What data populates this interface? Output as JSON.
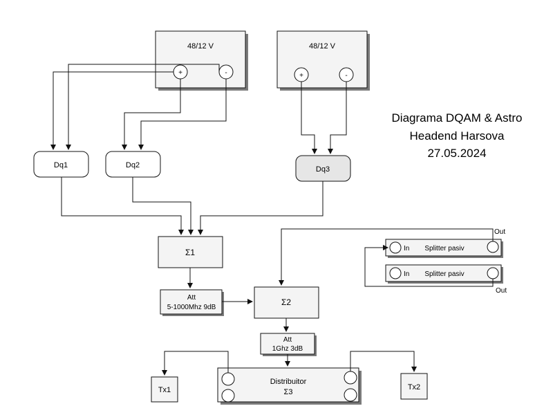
{
  "title": {
    "line1": "Diagrama DQAM & Astro",
    "line2": "Headend Harsova",
    "line3": "27.05.2024"
  },
  "power_supplies": [
    {
      "label": "48/12 V",
      "plus": "+",
      "minus": "-"
    },
    {
      "label": "48/12 V",
      "plus": "+",
      "minus": "-"
    }
  ],
  "dq": [
    "Dq1",
    "Dq2",
    "Dq3"
  ],
  "sum1": "Σ1",
  "sum2": "Σ2",
  "att1": {
    "line1": "Att",
    "line2": "5-1000Mhz 9dB"
  },
  "att2": {
    "line1": "Att",
    "line2": "1Ghz 3dB"
  },
  "splitters": [
    {
      "in": "In",
      "label": "Splitter pasiv",
      "out": "Out"
    },
    {
      "in": "In",
      "label": "Splitter pasiv",
      "out": "Out"
    }
  ],
  "distributor": {
    "line1": "Distribuitor",
    "line2": "Σ3"
  },
  "tx": [
    "Tx1",
    "Tx2"
  ]
}
